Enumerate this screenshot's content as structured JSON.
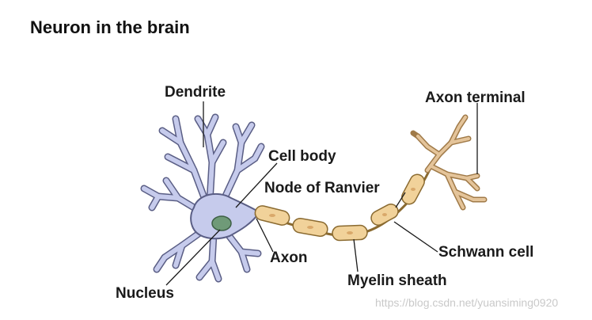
{
  "title": "Neuron in the brain",
  "labels": {
    "dendrite": "Dendrite",
    "cell_body": "Cell body",
    "node_of_ranvier": "Node of Ranvier",
    "axon_terminal": "Axon terminal",
    "axon": "Axon",
    "schwann_cell": "Schwann cell",
    "myelin_sheath": "Myelin sheath",
    "nucleus": "Nucleus"
  },
  "watermark": "https://blog.csdn.net/yuansiming0920",
  "colors": {
    "soma_fill": "#c6cbec",
    "soma_stroke": "#5a5e85",
    "nucleus_fill": "#6f9a78",
    "myelin_fill": "#f1d29a",
    "myelin_stroke": "#8a6a30",
    "terminal_fill": "#e4c49a"
  }
}
